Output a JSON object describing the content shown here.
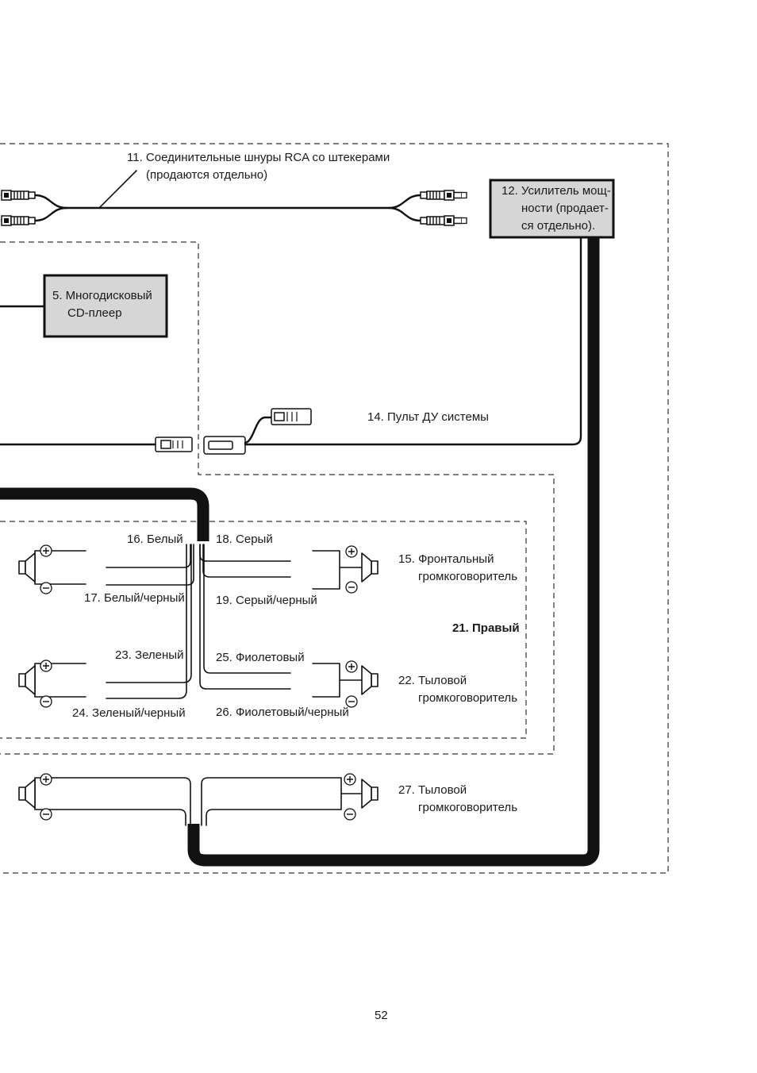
{
  "labels": {
    "rca": [
      "11. Соединительные шнуры RCA со штекерами",
      "(продаются отдельно)"
    ],
    "amplifier": [
      "12. Усилитель мощ-",
      "ности (продает-",
      "ся отдельно)."
    ],
    "cd_changer": [
      "5.  Многодисковый",
      "CD-плеер"
    ],
    "remote": "14. Пульт ДУ системы",
    "front_speaker": [
      "15. Фронтальный",
      "громкоговоритель"
    ],
    "white": "16. Белый",
    "white_black": "17. Белый/черный",
    "gray": "18. Серый",
    "gray_black": "19. Серый/черный",
    "right": "21. Правый",
    "rear_speaker": [
      "22. Тыловой",
      "громкоговоритель"
    ],
    "green": "23. Зеленый",
    "green_black": "24. Зеленый/черный",
    "violet": "25. Фиолетовый",
    "violet_black": "26. Фиолетовый/черный",
    "rear_speaker_2": [
      "27. Тыловой",
      "громкоговоритель"
    ]
  },
  "page_number": "52"
}
